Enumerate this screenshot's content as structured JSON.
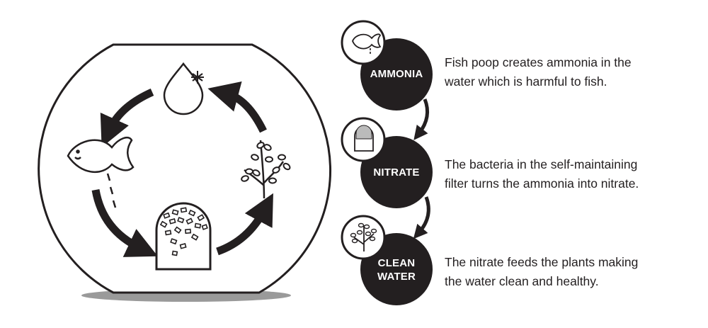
{
  "colors": {
    "ink": "#231f20",
    "shadow": "#9a9a9a",
    "background": "#ffffff"
  },
  "stages": [
    {
      "label": "AMMONIA",
      "icon": "fish-icon",
      "description_lines": [
        "Fish poop creates ammonia in the",
        "water which is harmful to fish."
      ]
    },
    {
      "label": "NITRATE",
      "icon": "filter-icon",
      "description_lines": [
        "The bacteria in the self-maintaining",
        "filter turns the ammonia into nitrate."
      ]
    },
    {
      "label_lines": [
        "CLEAN",
        "WATER"
      ],
      "icon": "plant-icon",
      "description_lines": [
        "The nitrate feeds the plants making",
        "the water clean and healthy."
      ]
    }
  ],
  "bowl_cycle": [
    "water-drop-icon",
    "fish-icon",
    "filter-icon",
    "plant-icon"
  ]
}
